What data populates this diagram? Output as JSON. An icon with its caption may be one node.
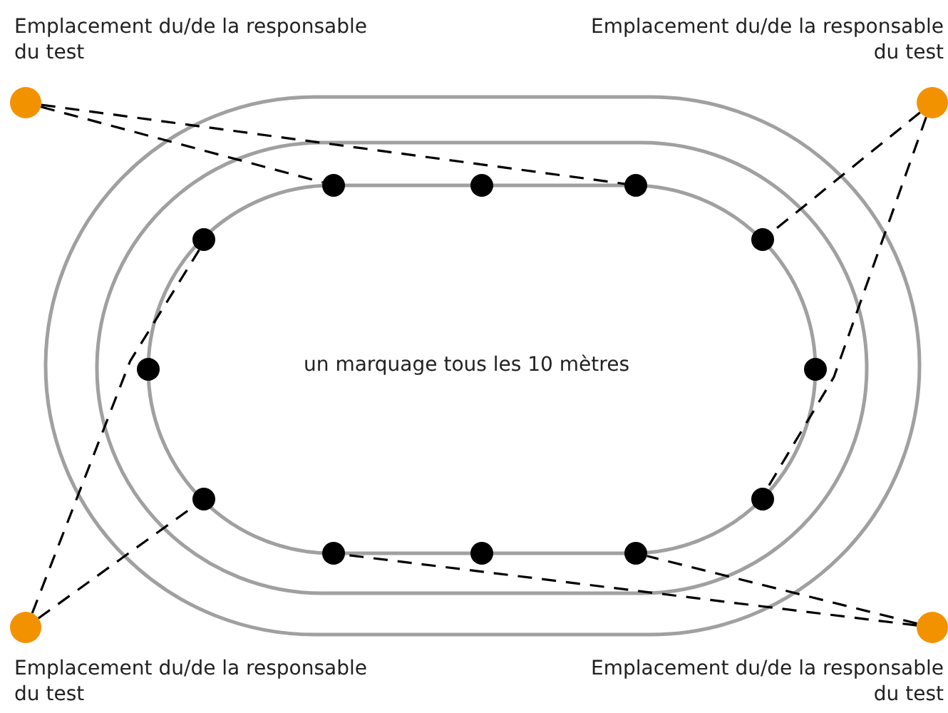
{
  "diagram": {
    "nodes": [
      {
        "text": [
          "Emplacement du/de la responsable du test"
        ]
      },
      {
        "text": [
          "Emplacement du/de la responsable du test"
        ]
      },
      {
        "text": [],
        "shape": "circle"
      },
      {
        "text": [],
        "shape": "circle"
      },
      {
        "text": [],
        "shape": "circle"
      },
      {
        "text": [],
        "shape": "circle"
      },
      {
        "text": [],
        "shape": "circle"
      },
      {
        "text": [],
        "shape": "circle"
      },
      {
        "text": [],
        "shape": "circle"
      },
      {
        "text": [],
        "shape": "circle"
      },
      {
        "text": [],
        "shape": "circle"
      },
      {
        "text": [],
        "shape": "circle"
      },
      {
        "text": [],
        "shape": "circle"
      },
      {
        "text": [],
        "shape": "circle"
      },
      {
        "text": [
          "Emplacement du/de la responsable du test"
        ]
      },
      {
        "text": [
          "Emplacement du/de la responsable du test"
        ]
      }
    ],
    "edges": [
      {
        "from": 0,
        "to": 2,
        "arrow": "none",
        "style": "dashed"
      },
      {
        "from": 0,
        "to": 4,
        "arrow": "none",
        "style": "dashed"
      },
      {
        "from": 1,
        "to": 6,
        "arrow": "none",
        "style": "dashed"
      },
      {
        "from": 1,
        "to": 10,
        "arrow": "none",
        "style": "dashed"
      },
      {
        "from": 14,
        "to": 5,
        "arrow": "none",
        "style": "dashed"
      },
      {
        "from": 14,
        "to": 9,
        "arrow": "none",
        "style": "dashed"
      },
      {
        "from": 15,
        "to": 11,
        "arrow": "none",
        "style": "dashed"
      },
      {
        "from": 15,
        "to": 13,
        "arrow": "none",
        "style": "dashed"
      }
    ],
    "labels": [
      "un marquage tous les 10 mètres"
    ]
  }
}
